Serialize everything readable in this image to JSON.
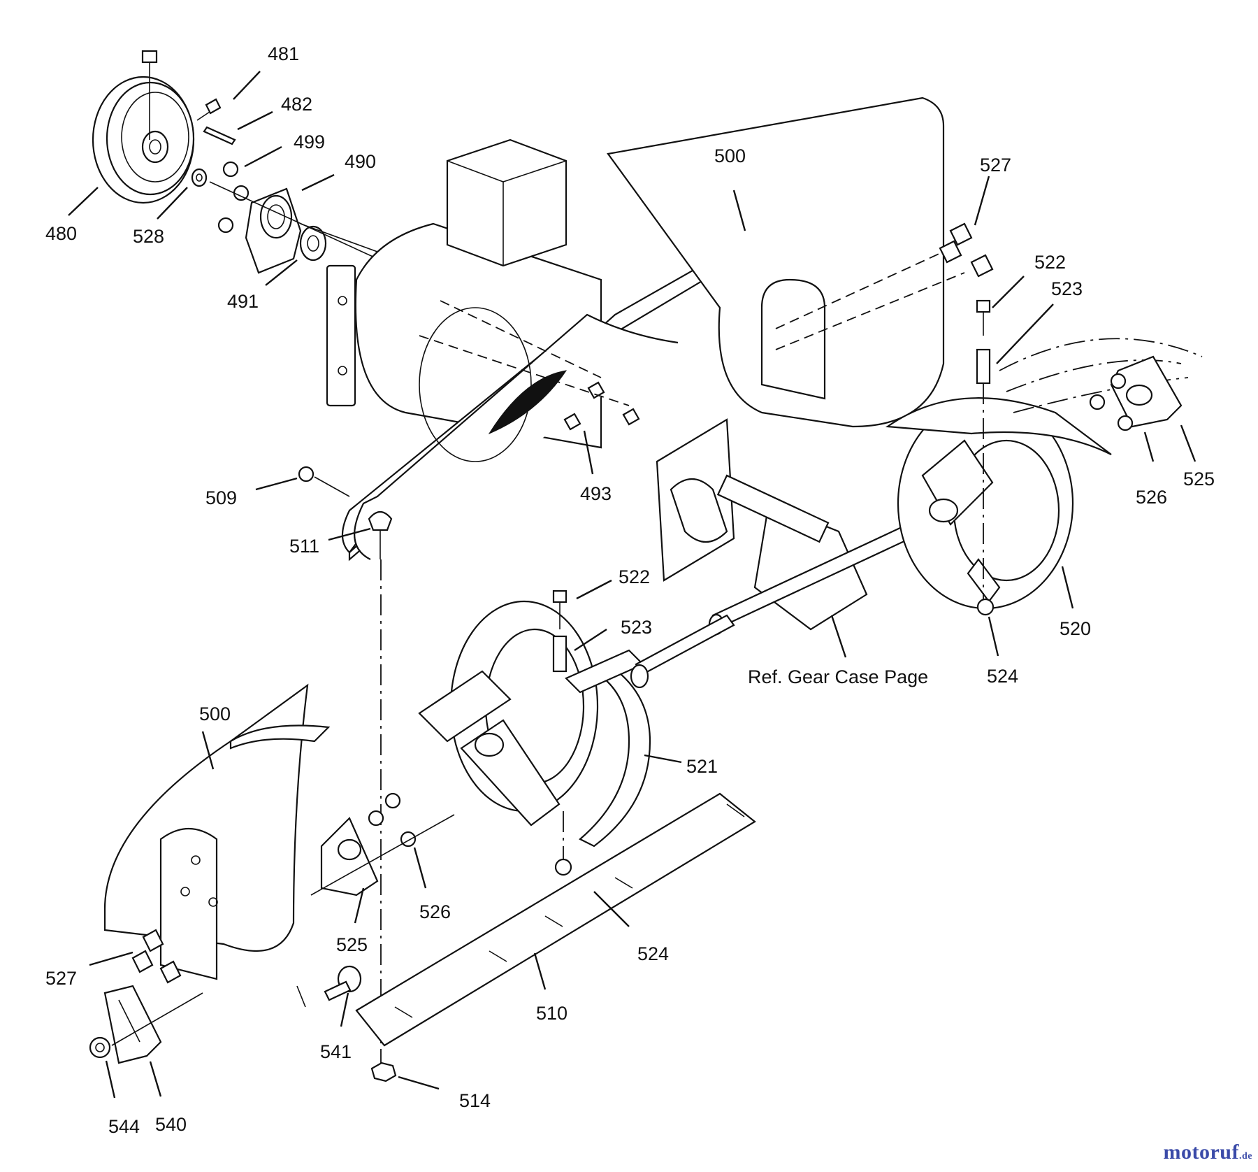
{
  "diagram": {
    "labels": [
      {
        "id": "481",
        "text": "481"
      },
      {
        "id": "482",
        "text": "482"
      },
      {
        "id": "499",
        "text": "499"
      },
      {
        "id": "490",
        "text": "490"
      },
      {
        "id": "480",
        "text": "480"
      },
      {
        "id": "528",
        "text": "528"
      },
      {
        "id": "491",
        "text": "491"
      },
      {
        "id": "500a",
        "text": "500"
      },
      {
        "id": "527a",
        "text": "527"
      },
      {
        "id": "522a",
        "text": "522"
      },
      {
        "id": "523a",
        "text": "523"
      },
      {
        "id": "509",
        "text": "509"
      },
      {
        "id": "511",
        "text": "511"
      },
      {
        "id": "493",
        "text": "493"
      },
      {
        "id": "526a",
        "text": "526"
      },
      {
        "id": "525a",
        "text": "525"
      },
      {
        "id": "522b",
        "text": "522"
      },
      {
        "id": "523b",
        "text": "523"
      },
      {
        "id": "520",
        "text": "520"
      },
      {
        "id": "524a",
        "text": "524"
      },
      {
        "id": "521",
        "text": "521"
      },
      {
        "id": "500b",
        "text": "500"
      },
      {
        "id": "526b",
        "text": "526"
      },
      {
        "id": "525b",
        "text": "525"
      },
      {
        "id": "524b",
        "text": "524"
      },
      {
        "id": "527b",
        "text": "527"
      },
      {
        "id": "510",
        "text": "510"
      },
      {
        "id": "541",
        "text": "541"
      },
      {
        "id": "514",
        "text": "514"
      },
      {
        "id": "544",
        "text": "544"
      },
      {
        "id": "540",
        "text": "540"
      }
    ],
    "reference_note": "Ref. Gear Case Page"
  },
  "watermark": {
    "brand": "motoruf",
    "tld": ".de"
  }
}
